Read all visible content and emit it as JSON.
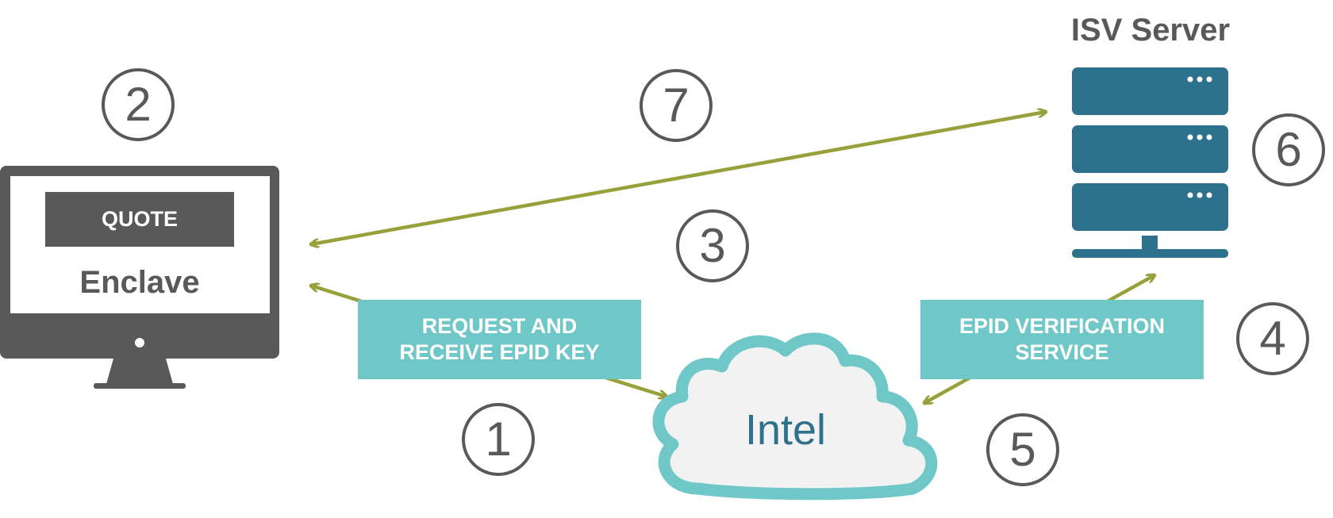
{
  "isv_server": {
    "title": "ISV Server"
  },
  "monitor": {
    "quote_label": "QUOTE",
    "enclave_label": "Enclave"
  },
  "cloud": {
    "label": "Intel"
  },
  "boxes": {
    "epid_key": "REQUEST AND\nRECEIVE EPID KEY",
    "epid_verification": "EPID VERIFICATION\nSERVICE"
  },
  "steps": [
    "1",
    "2",
    "3",
    "4",
    "5",
    "6",
    "7"
  ],
  "colors": {
    "dark_gray": "#595959",
    "teal_box": "#6fc7c7",
    "server_blue": "#2e718d",
    "arrow_olive": "#98a03c",
    "cloud_fill": "#f2f2f2",
    "cloud_stroke": "#6fc7c7"
  }
}
